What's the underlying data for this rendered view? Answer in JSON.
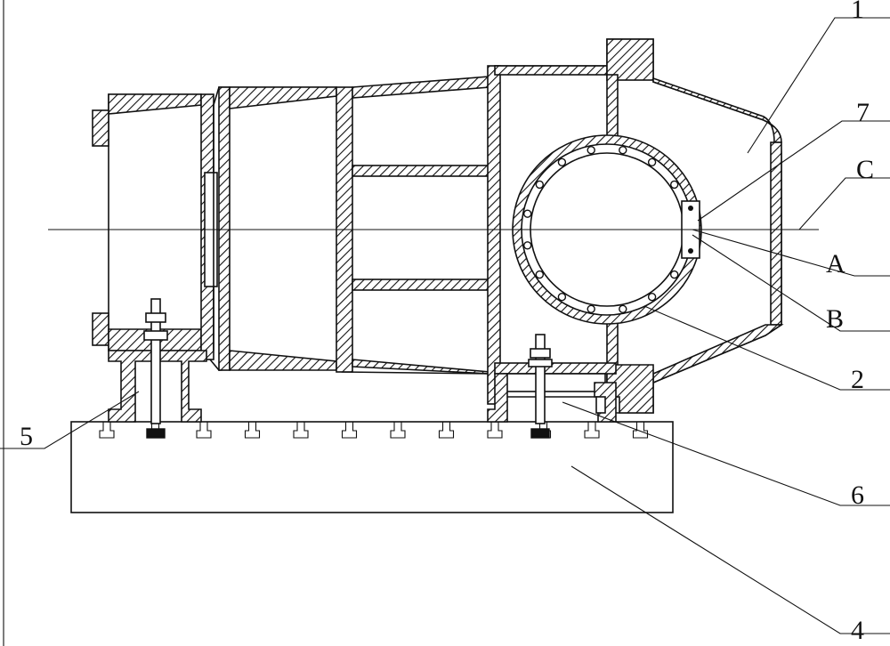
{
  "labels": {
    "l1": "1",
    "l2": "2",
    "l4": "4",
    "l5": "5",
    "l6": "6",
    "l7": "7",
    "lA": "A",
    "lB": "B",
    "lC": "C"
  },
  "colors": {
    "line": "#111111",
    "background": "#ffffff"
  }
}
